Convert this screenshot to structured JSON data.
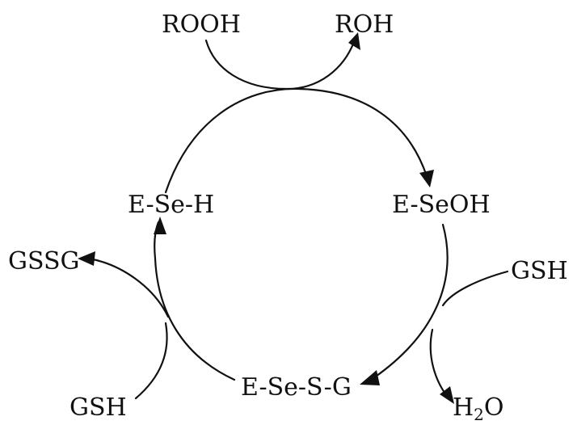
{
  "diagram": {
    "species": {
      "rooh": "ROOH",
      "roh": "ROH",
      "e_se_h": "E-Se-H",
      "e_seoh": "E-SeOH",
      "e_se_s_g": "E-Se-S-G",
      "gssg": "GSSG",
      "gsh_right": "GSH",
      "gsh_bottom": "GSH",
      "h2o_main": "H",
      "h2o_sub": "2",
      "h2o_tail": "O"
    }
  }
}
